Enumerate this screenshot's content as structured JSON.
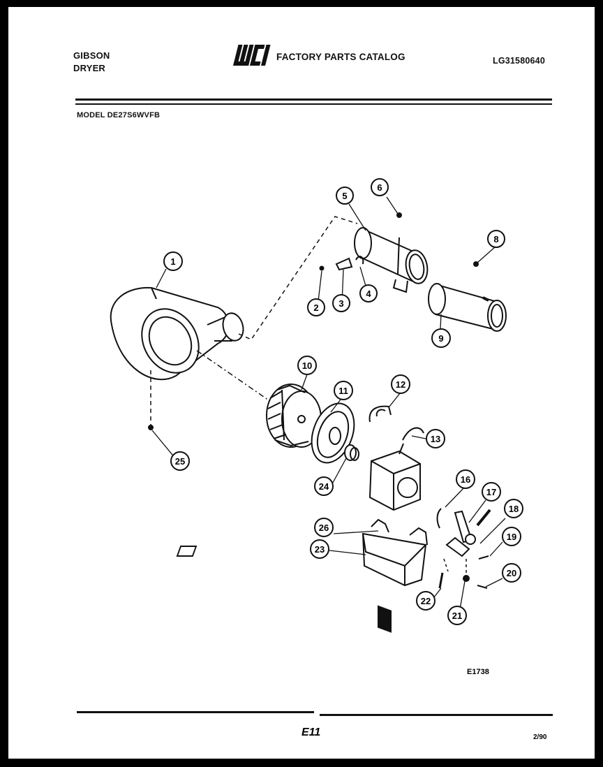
{
  "header": {
    "brand_line1": "GIBSON",
    "brand_line2": "DRYER",
    "logo_text": "WCI",
    "catalog_title": "FACTORY PARTS CATALOG",
    "catalog_number": "LG31580640",
    "model_label": "MODEL DE27S6WVFB"
  },
  "callouts": [
    "1",
    "2",
    "3",
    "4",
    "5",
    "6",
    "8",
    "9",
    "10",
    "11",
    "12",
    "13",
    "16",
    "17",
    "18",
    "19",
    "20",
    "21",
    "22",
    "23",
    "24",
    "25",
    "26"
  ],
  "footer": {
    "figure_code": "E1738",
    "page_number": "E11",
    "date": "2/90"
  },
  "colors": {
    "ink": "#111111",
    "paper": "#ffffff",
    "border": "#000000"
  }
}
